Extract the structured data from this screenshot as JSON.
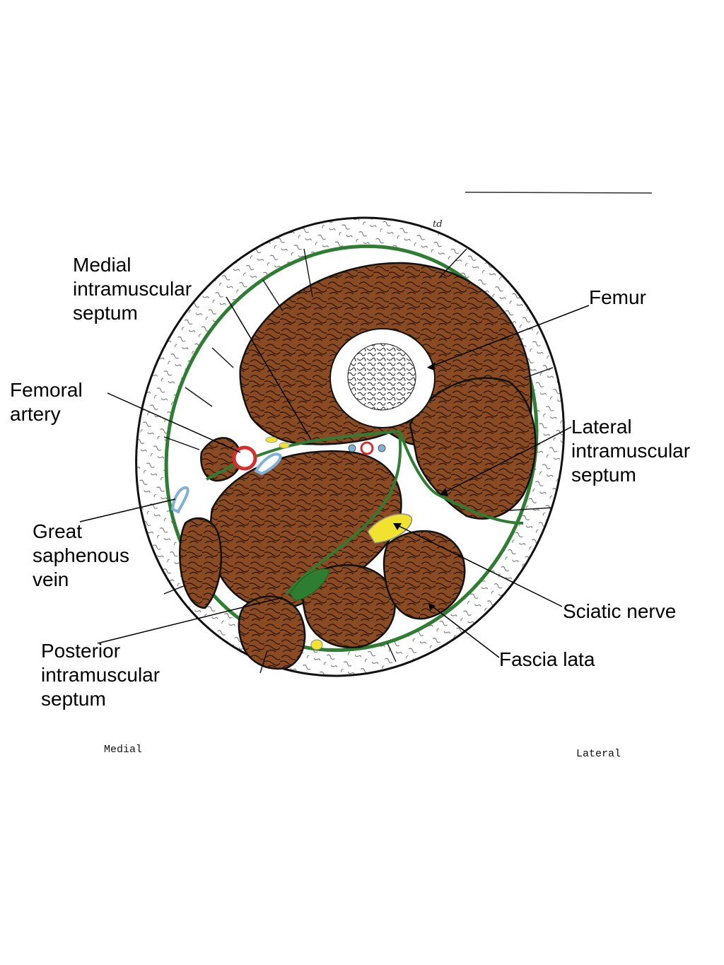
{
  "labels": {
    "medial_septum": "Medial\nintramuscular\nseptum",
    "femur": "Femur",
    "femoral_artery": "Femoral\nartery",
    "lateral_septum": "Lateral\nintramuscular\nseptum",
    "saphenous_vein": "Great\nsaphenous\nvein",
    "sciatic_nerve": "Sciatic nerve",
    "posterior_septum": "Posterior\nintramuscular\n septum",
    "fascia_lata": "Fascia lata"
  },
  "orientation": {
    "medial": "Medial",
    "lateral": "Lateral"
  },
  "artist_initials": "td",
  "colors": {
    "muscle": "#8a4a22",
    "muscle_stroke": "#2a140a",
    "fascia": "#2e7d32",
    "skin_ring": "#ffffff",
    "bone": "#ffffff",
    "artery": "#d32f2f",
    "vein": "#7fb0d8",
    "nerve": "#f2e230"
  }
}
